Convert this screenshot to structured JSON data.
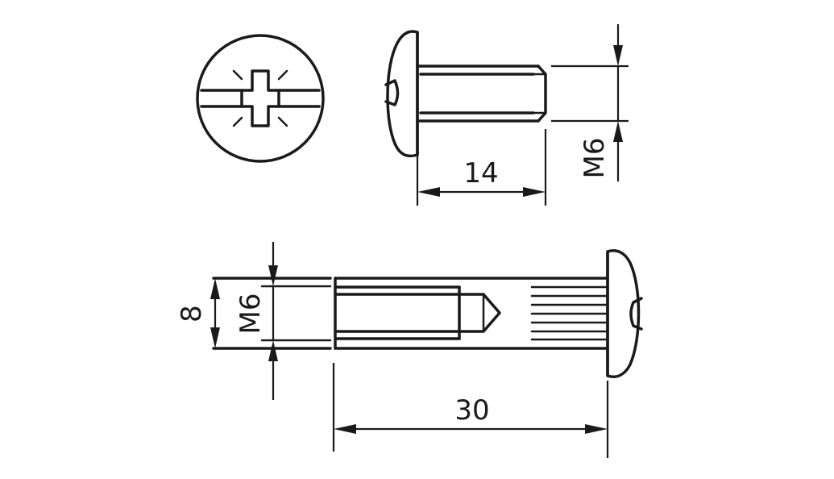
{
  "dimensions": {
    "thread_length": "14",
    "thread_top": "M6",
    "sleeve_length": "30",
    "sleeve_diameter": "8",
    "sleeve_thread": "M6"
  }
}
